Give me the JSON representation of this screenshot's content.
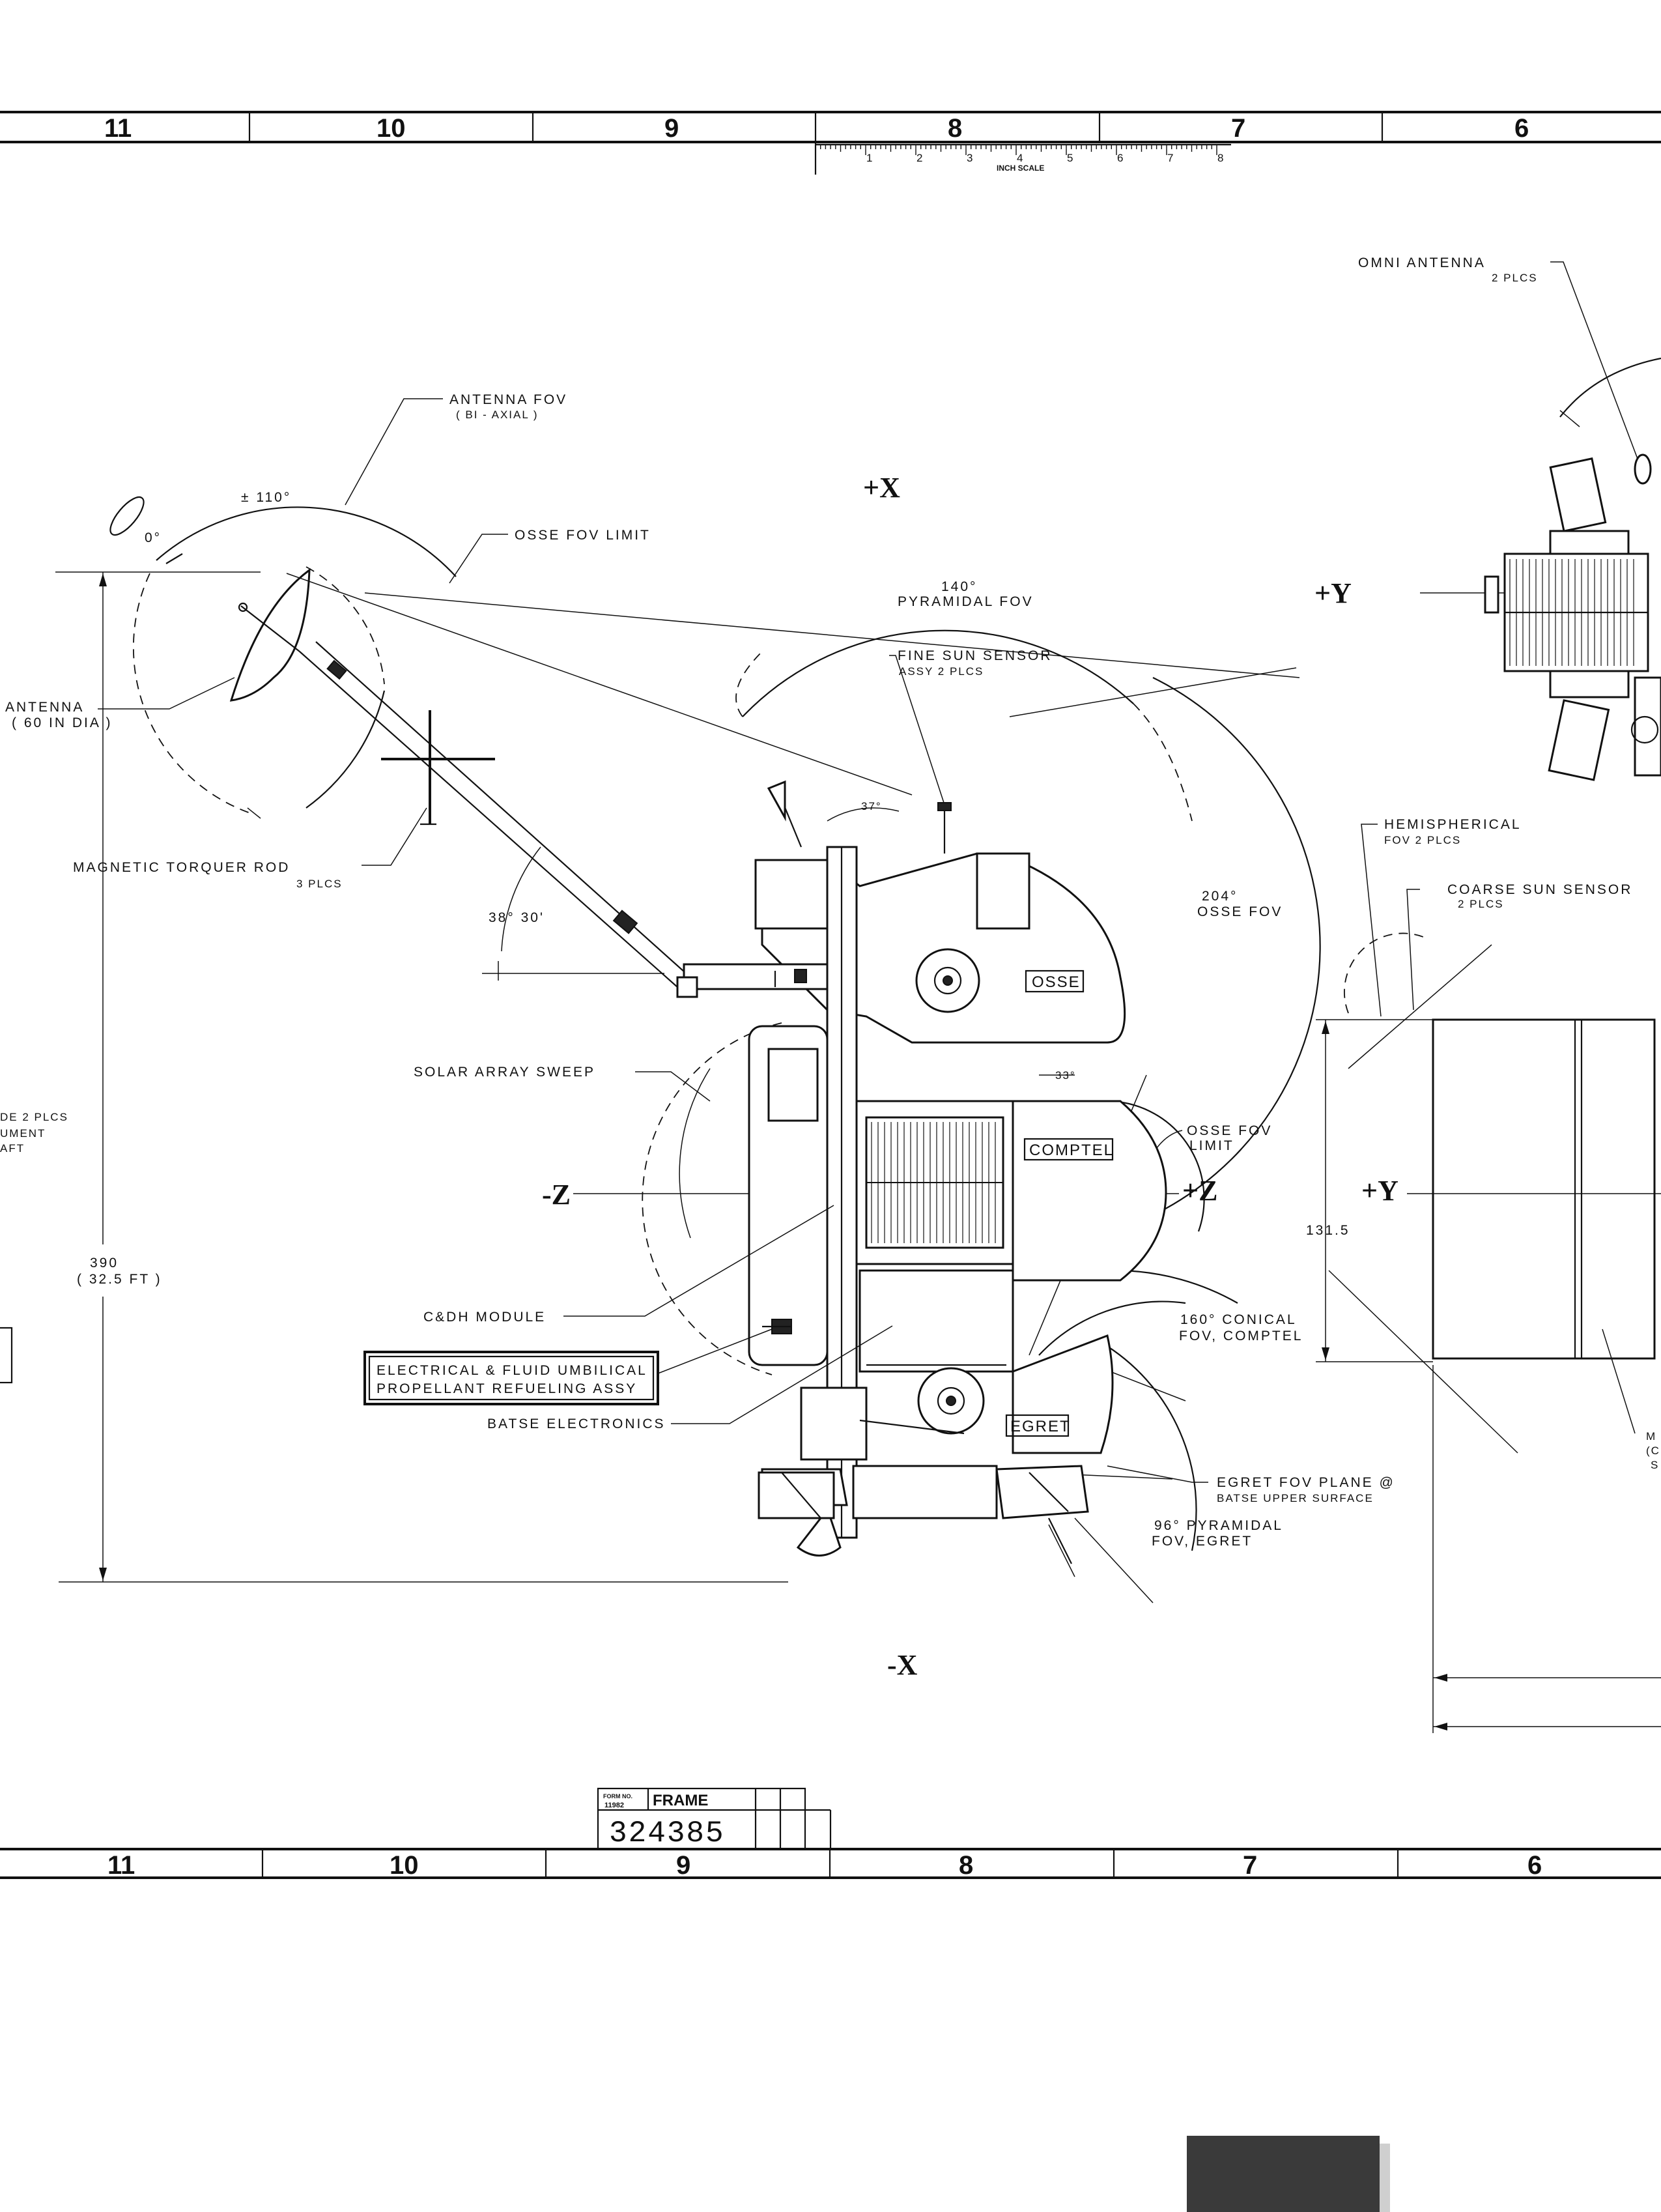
{
  "zone_numbers_top": [
    "11",
    "10",
    "9",
    "8",
    "7",
    "6"
  ],
  "zone_numbers_bottom": [
    "11",
    "10",
    "9",
    "8",
    "7",
    "6"
  ],
  "inch_scale": {
    "label": "INCH SCALE",
    "numbers": [
      "1",
      "2",
      "3",
      "4",
      "5",
      "6",
      "7",
      "8"
    ]
  },
  "axes": {
    "plus_x": "+X",
    "minus_x": "-X",
    "plus_z": "+Z",
    "minus_z": "-Z",
    "plus_y_top": "+Y",
    "plus_y_mid": "+Y"
  },
  "labels": {
    "antenna_fov": [
      "ANTENNA FOV",
      "( BI - AXIAL )"
    ],
    "osse_fov_limit": "OSSE FOV LIMIT",
    "angle_110": "± 110°",
    "angle_0": "0°",
    "antenna": [
      "ANTENNA",
      "( 60 IN DIA )"
    ],
    "magnetic_torquer": [
      "MAGNETIC TORQUER ROD",
      "3 PLCS"
    ],
    "pyramidal_fov_140": [
      "140°",
      "PYRAMIDAL FOV"
    ],
    "fine_sun_sensor": [
      "FINE SUN SENSOR",
      "ASSY      2 PLCS"
    ],
    "angle_37": "37°",
    "angle_38": "38° 30'",
    "osse_fov_204": [
      "204°",
      "OSSE FOV"
    ],
    "angle_33": "33°",
    "solar_array_sweep": "SOLAR ARRAY SWEEP",
    "osse_fov_limit_2": [
      "OSSE FOV",
      "LIMIT"
    ],
    "left_partial": [
      "DE   2 PLCS",
      "UMENT",
      "AFT"
    ],
    "dim_390": [
      "390",
      "( 32.5 FT )"
    ],
    "cdh_module": "C&DH MODULE",
    "umbilical": [
      "ELECTRICAL & FLUID UMBILICAL",
      "PROPELLANT REFUELING ASSY"
    ],
    "batse_electronics": "BATSE ELECTRONICS",
    "conical_fov_160": [
      "160° CONICAL",
      "FOV, COMPTEL"
    ],
    "egret_fov_plane": [
      "EGRET FOV PLANE @",
      "BATSE UPPER SURFACE"
    ],
    "pyramidal_fov_96": [
      "96° PYRAMIDAL",
      "FOV, EGRET"
    ],
    "omni_antenna": [
      "OMNI ANTENNA",
      "2 PLCS"
    ],
    "hemispherical_fov": [
      "HEMISPHERICAL",
      "FOV      2 PLCS"
    ],
    "coarse_sun_sensor": [
      "COARSE SUN SENSOR",
      "2 PLCS"
    ],
    "dim_131": "131.5",
    "right_partial": [
      "M",
      "(C",
      "S"
    ]
  },
  "instrument_boxes": {
    "osse": "OSSE",
    "comptel": "COMPTEL",
    "egret": "EGRET"
  },
  "frame_block": {
    "form_no": [
      "FORM NO.",
      "11982"
    ],
    "title": "FRAME",
    "number": "324385"
  }
}
